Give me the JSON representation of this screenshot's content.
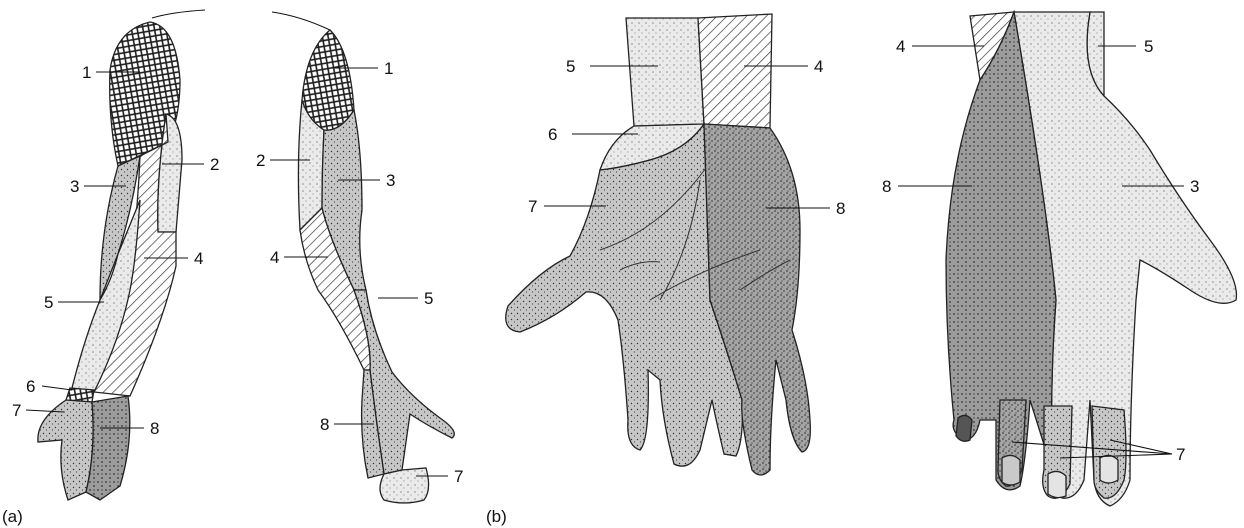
{
  "panels": {
    "a": "(a)",
    "b": "(b)"
  },
  "labels": {
    "armFront": [
      "1",
      "2",
      "3",
      "4",
      "5",
      "6",
      "7",
      "8"
    ],
    "armBack": [
      "1",
      "2",
      "3",
      "4",
      "5",
      "8",
      "7"
    ],
    "palm": [
      "5",
      "4",
      "6",
      "7",
      "8"
    ],
    "dorsum": [
      "4",
      "5",
      "8",
      "3",
      "7"
    ]
  },
  "fills": {
    "dark_crosshatch": "#2b2b2b",
    "stipple_dense": "#9a9a9a",
    "stipple_medium": "#b9b9b9",
    "stipple_light": "#e0e0e0",
    "hatch_lines": "#4a4a4a",
    "outline": "#222222"
  }
}
